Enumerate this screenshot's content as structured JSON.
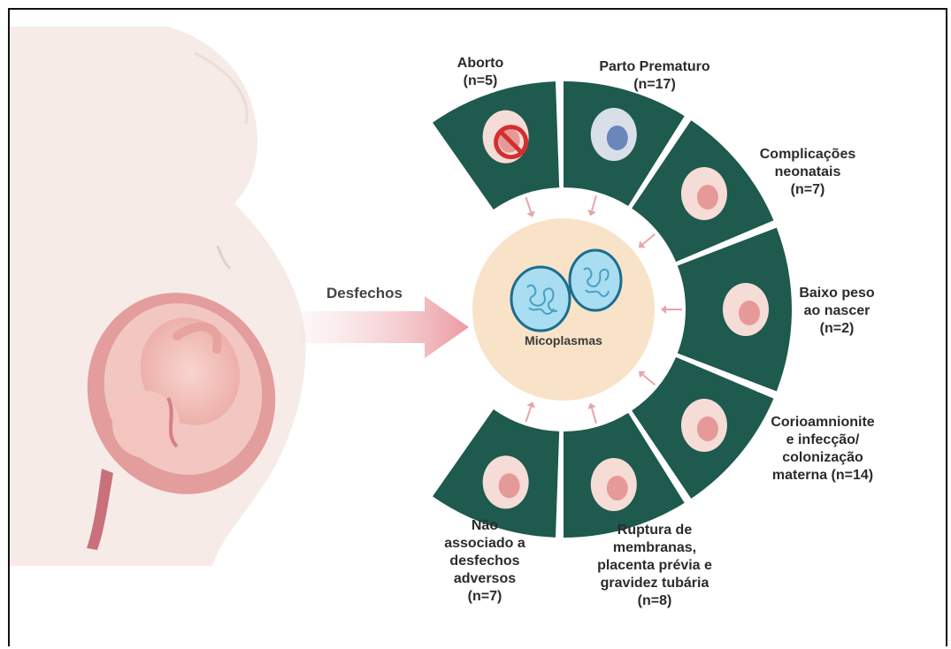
{
  "intro_label": "Desfechos",
  "center_label": "Micoplasmas",
  "segments": [
    {
      "id": "aborto",
      "label": "Aborto\n(n=5)",
      "icon": "no-fetus-icon"
    },
    {
      "id": "parto-prematuro",
      "label": "Parto Prematuro\n(n=17)",
      "icon": "incubator-icon"
    },
    {
      "id": "complicacoes-neonatais",
      "label": "Complicações\nneonatais\n(n=7)",
      "icon": "infant-lungs-icon"
    },
    {
      "id": "baixo-peso",
      "label": "Baixo peso\nao nascer\n(n=2)",
      "icon": "baby-scale-icon"
    },
    {
      "id": "corioamnionite",
      "label": "Corioamnionite\ne infecção/\ncolonização\nmaterna (n=14)",
      "icon": "infected-uterus-icon"
    },
    {
      "id": "ruptura-membranas",
      "label": "Ruptura de\nmembranas,\nplacenta prévia e\ngravidez tubária\n(n=8)",
      "icon": "placenta-icon"
    },
    {
      "id": "nao-associado",
      "label": "Não\nassociado a\ndesfechos\nadversos\n(n=7)",
      "icon": "pregnant-belly-icon"
    }
  ],
  "colors": {
    "segment": "#1e5a4d",
    "center_fill": "#f8e3c9",
    "skin": "#f7e8e3",
    "uterus": "#e9a3a3",
    "arrow": "#e8a4a9",
    "mycoplasma": "#8fd3ee"
  }
}
